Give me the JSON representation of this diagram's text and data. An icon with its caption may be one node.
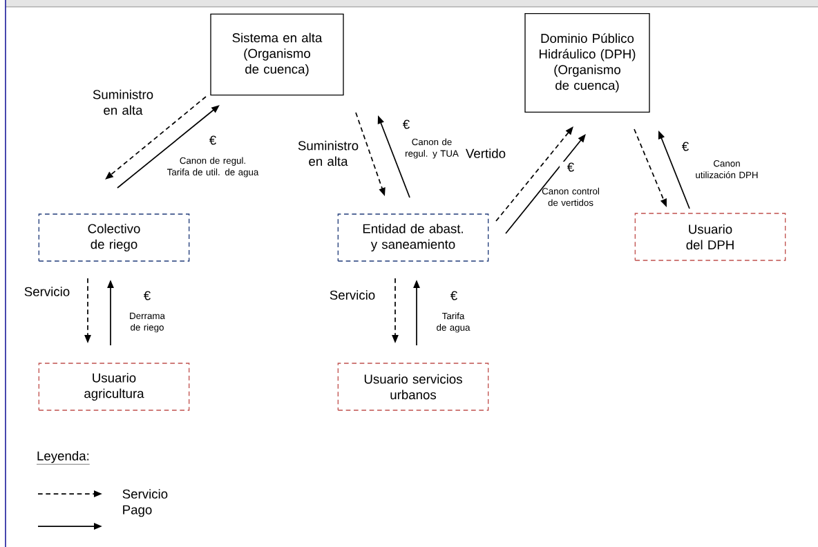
{
  "diagram": {
    "nodes": [
      {
        "text": [
          "Sistema en alta (Organismo de cuenca)"
        ]
      },
      {
        "text": [
          "Dominio Público Hidráulico (DPH) (Organismo de cuenca)"
        ]
      },
      {
        "text": [
          "Colectivo de riego"
        ]
      },
      {
        "text": [
          "Entidad de abast. y saneamiento"
        ]
      },
      {
        "text": [
          "Usuario del DPH"
        ]
      },
      {
        "text": [
          "Usuario agricultura"
        ]
      },
      {
        "text": [
          "Usuario servicios urbanos"
        ]
      }
    ],
    "edges": [
      {
        "from": 0,
        "to": 2,
        "arrow": "to",
        "style": "dashed",
        "label": "Suministro en alta"
      },
      {
        "from": 2,
        "to": 0,
        "arrow": "to",
        "label": "€"
      },
      {
        "from": 0,
        "to": 3,
        "arrow": "to",
        "style": "dashed",
        "label": "Suministro en alta"
      },
      {
        "from": 3,
        "to": 0,
        "arrow": "to",
        "label": "€"
      },
      {
        "from": 3,
        "to": 1,
        "arrow": "to",
        "style": "dashed",
        "label": "Vertido"
      },
      {
        "from": 3,
        "to": 1,
        "arrow": "to",
        "label": "€"
      },
      {
        "from": 1,
        "to": 4,
        "arrow": "to",
        "style": "dashed"
      },
      {
        "from": 4,
        "to": 1,
        "arrow": "to",
        "label": "€"
      },
      {
        "from": 2,
        "to": 5,
        "arrow": "to",
        "style": "dashed",
        "label": "Servicio"
      },
      {
        "from": 5,
        "to": 2,
        "arrow": "to",
        "label": "€"
      },
      {
        "from": 3,
        "to": 6,
        "arrow": "to",
        "style": "dashed",
        "label": "Servicio"
      },
      {
        "from": 6,
        "to": 3,
        "arrow": "to",
        "label": "€"
      }
    ],
    "labels": [
      "Canon de regul. y TUA",
      "Canon utilización DPH",
      "Canon de regul. Tarifa de util. de agua",
      "Canon control de vertidos",
      "Derrama de riego",
      "Tarifa de agua",
      "Leyenda:"
    ],
    "legend": [
      {
        "text": "Servicio"
      },
      {
        "text": "Pago"
      }
    ]
  }
}
